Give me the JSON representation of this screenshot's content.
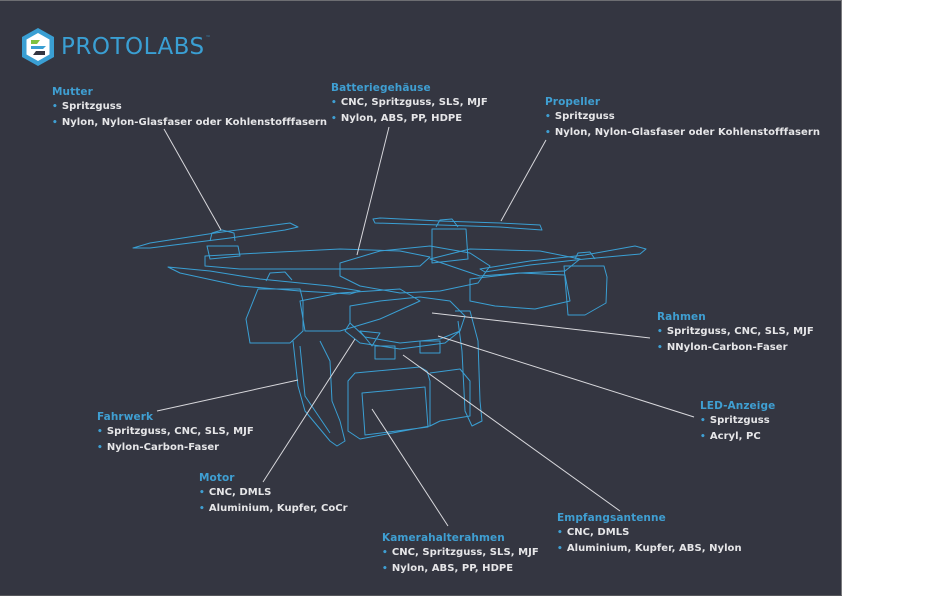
{
  "brand": {
    "name": "PROTOLABS",
    "trademark": "™",
    "accent": "#3a9fd3",
    "green": "#7fc241"
  },
  "colors": {
    "background": "#343641",
    "title": "#3f9fd2",
    "text": "#e6e6e8",
    "wireframe": "#3a9fd3",
    "leader": "#d8d8dc"
  },
  "callouts": [
    {
      "id": "mutter",
      "title": "Mutter",
      "items": [
        "Spritzguss",
        "Nylon, Nylon-Glasfaser oder Kohlenstofffasern"
      ]
    },
    {
      "id": "batteriegehaeuse",
      "title": "Batteriegehäuse",
      "items": [
        "CNC, Spritzguss, SLS, MJF",
        "Nylon, ABS, PP, HDPE"
      ]
    },
    {
      "id": "propeller",
      "title": "Propeller",
      "items": [
        "Spritzguss",
        "Nylon, Nylon-Glasfaser oder Kohlenstofffasern"
      ]
    },
    {
      "id": "rahmen",
      "title": "Rahmen",
      "items": [
        "Spritzguss, CNC, SLS, MJF",
        "NNylon-Carbon-Faser"
      ]
    },
    {
      "id": "led-anzeige",
      "title": "LED-Anzeige",
      "items": [
        "Spritzguss",
        "Acryl, PC"
      ]
    },
    {
      "id": "fahrwerk",
      "title": "Fahrwerk",
      "items": [
        "Spritzguss, CNC, SLS, MJF",
        "Nylon-Carbon-Faser"
      ]
    },
    {
      "id": "motor",
      "title": "Motor",
      "items": [
        "CNC, DMLS",
        "Aluminium, Kupfer, CoCr"
      ]
    },
    {
      "id": "kamerahalterahmen",
      "title": "Kamerahalterahmen",
      "items": [
        "CNC, Spritzguss, SLS, MJF",
        "Nylon, ABS, PP, HDPE"
      ]
    },
    {
      "id": "empfangsantenne",
      "title": "Empfangsantenne",
      "items": [
        "CNC, DMLS",
        "Aluminium, Kupfer, ABS, Nylon"
      ]
    }
  ]
}
